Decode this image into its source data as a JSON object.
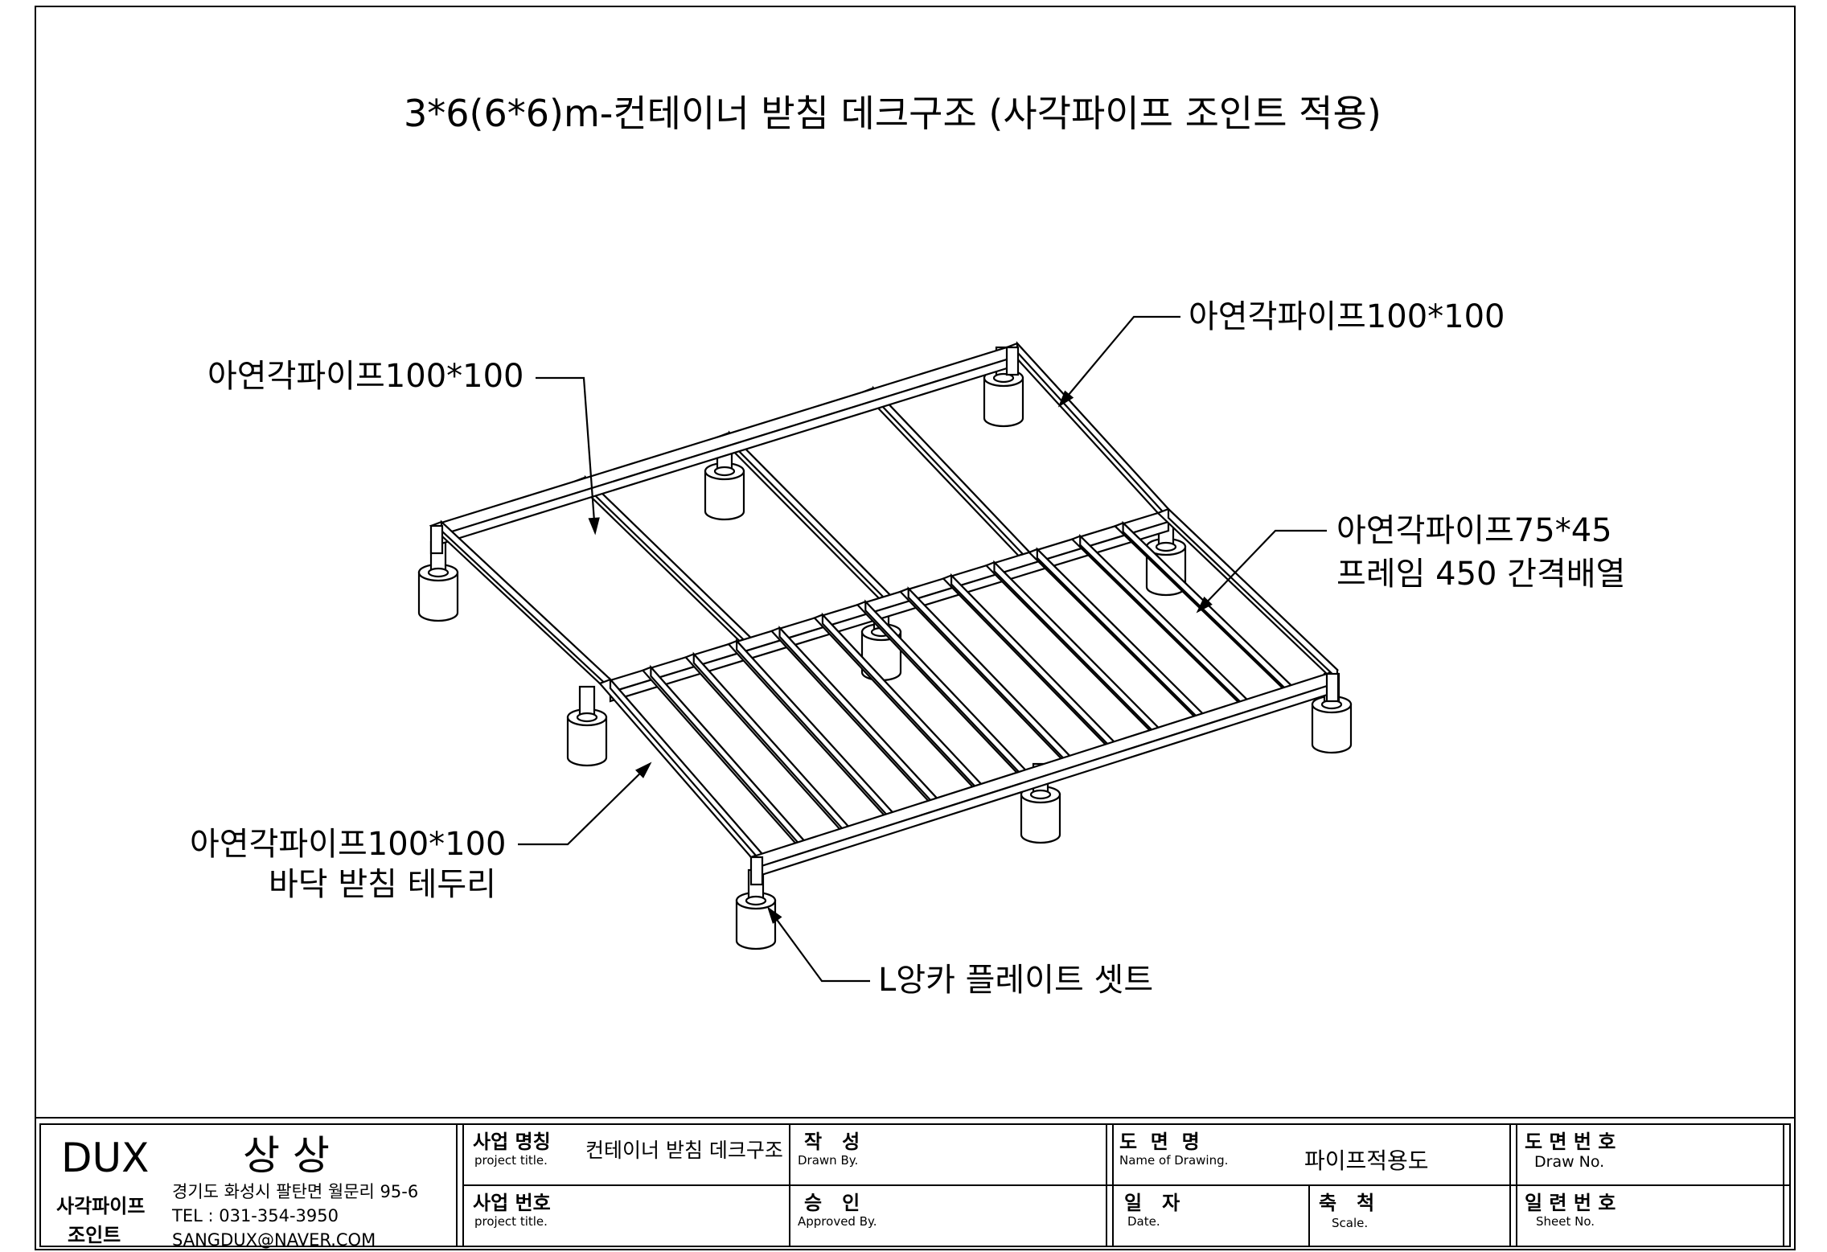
{
  "drawing": {
    "title": "3*6(6*6)m-컨테이너 받침 데크구조 (사각파이프 조인트 적용)",
    "callouts": {
      "top_left_pipe": "아연각파이프100*100",
      "top_right_pipe": "아연각파이프100*100",
      "right_frame_line1": "아연각파이프75*45",
      "right_frame_line2": "프레임 450 간격배열",
      "bottom_left_line1": "아연각파이프100*100",
      "bottom_left_line2": "바닥 받침 테두리",
      "anchor_plate": "L앙카 플레이트 셋트"
    }
  },
  "title_block": {
    "company": "DUX",
    "company_sub": "상 상",
    "product_line1": "사각파이프",
    "product_line2": "조인트",
    "address": "경기도 화성시 팔탄면 월문리 95-6",
    "tel": "TEL : 031-354-3950",
    "email": "SANGDUX@NAVER.COM",
    "project_name_label": "사업 명칭",
    "project_name_sub": "project title.",
    "project_name_value": "컨테이너 받침 데크구조",
    "project_no_label": "사업 번호",
    "project_no_sub": "project title.",
    "drawn_label": "작   성",
    "drawn_sub": "Drawn By.",
    "approved_label": "승   인",
    "approved_sub": "Approved By.",
    "drawing_name_label": "도  면  명",
    "drawing_name_sub": "Name of Drawing.",
    "drawing_name_value": "파이프적용도",
    "date_label": "일   자",
    "date_sub": "Date.",
    "scale_label": "축   척",
    "scale_sub": "Scale.",
    "drawing_no_label": "도 면 번 호",
    "drawing_no_sub": "Draw No.",
    "sheet_no_label": "일 련 번 호",
    "sheet_no_sub": "Sheet No."
  }
}
